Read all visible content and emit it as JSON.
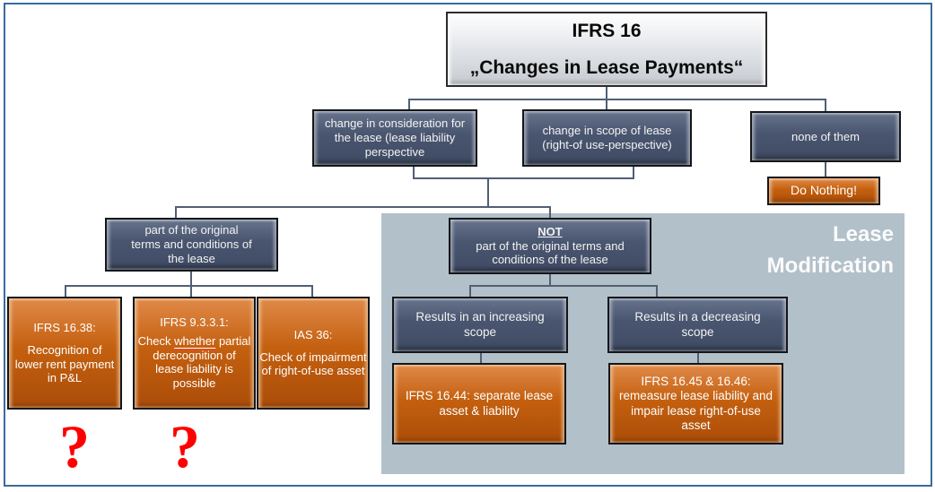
{
  "root": {
    "line1": "IFRS 16",
    "line2": "„Changes in Lease Payments“"
  },
  "nodes": {
    "consideration": "change in consideration for the lease (lease liability perspective",
    "scope": "change in scope of lease (right-of use-perspective)",
    "none": "none of them",
    "do_nothing": "Do Nothing!"
  },
  "left": {
    "header": "part of the original terms and conditions of the lease",
    "boxes": [
      {
        "title": "IFRS 16.38:",
        "body": "Recognition of lower rent payment in P&L"
      },
      {
        "title": "IFRS 9.3.3.1:",
        "body_pre": "Check ",
        "body_underline": "whether",
        "body_post": " partial derecognition of lease liability is possible"
      },
      {
        "title": "IAS 36:",
        "body": "Check of impairment of right-of-use asset"
      }
    ],
    "qmark": "?"
  },
  "mod": {
    "label_line1": "Lease",
    "label_line2": "Modification",
    "header_not": "NOT",
    "header_rest": "part of the original terms and conditions of the lease",
    "increasing": {
      "label": "Results in an increasing scope",
      "action": "IFRS 16.44: separate lease asset & liability"
    },
    "decreasing": {
      "label": "Results in a decreasing scope",
      "action": "IFRS 16.45 & 16.46: remeasure lease liability and impair lease right-of-use asset"
    }
  },
  "colors": {
    "dark_node": "#47536b",
    "orange_node": "#c4600f",
    "panel_gray": "#b2c0c9",
    "frame_blue": "#3a6b9e",
    "connector": "#515f75",
    "question_mark_red": "#ff0000",
    "light_node": "#dfe2e6"
  }
}
